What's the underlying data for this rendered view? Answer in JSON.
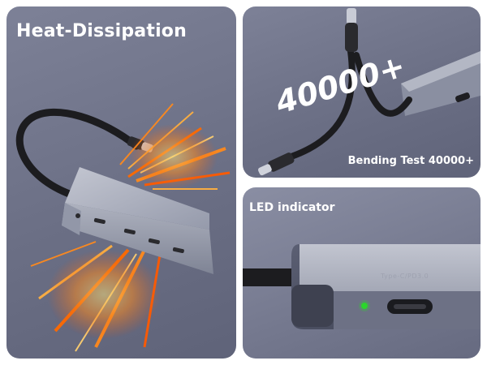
{
  "panels": {
    "heat": {
      "title": "Heat-Dissipation"
    },
    "bending": {
      "big_text": "40000+",
      "caption": "Bending Test 40000+"
    },
    "led": {
      "title": "LED indicator",
      "port_label": "Type-C/PD3.0"
    }
  },
  "colors": {
    "panel_bg": "#6b6f85",
    "hub_body": "#a6aab8",
    "cable": "#1c1c1f",
    "heat_orange": "#ff7a1a",
    "led_green": "#2bd62b"
  }
}
